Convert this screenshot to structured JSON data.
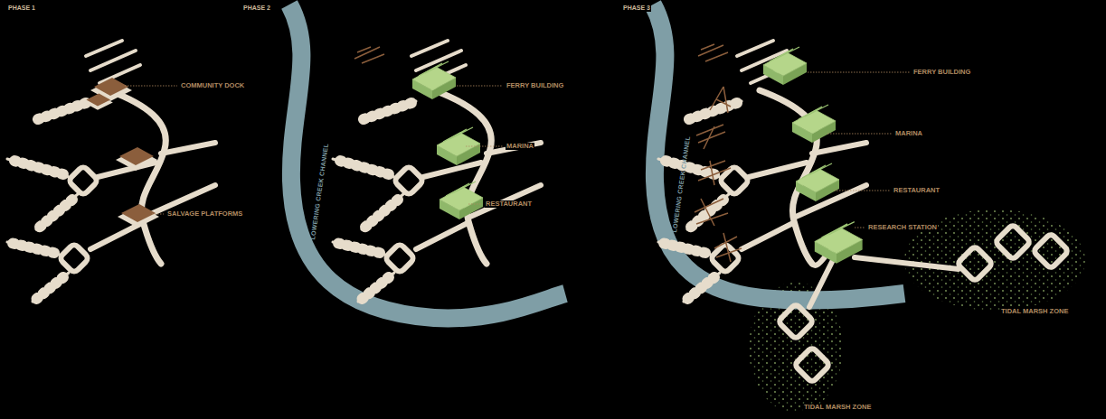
{
  "diagram": {
    "labels": [
      "PHASE 1",
      "COMMUNITY DOCK",
      "SALVAGE PLATFORMS",
      "PHASE 2",
      "LOWERING CREEK CHANNEL",
      "FERRY BUILDING",
      "MARINA",
      "RESTAURANT",
      "PHASE 3",
      "LOWERING CREEK CHANNEL",
      "FERRY BUILDING",
      "MARINA",
      "RESTAURANT",
      "RESEARCH STATION",
      "TIDAL MARSH ZONE",
      "TIDAL MARSH ZONE"
    ]
  }
}
